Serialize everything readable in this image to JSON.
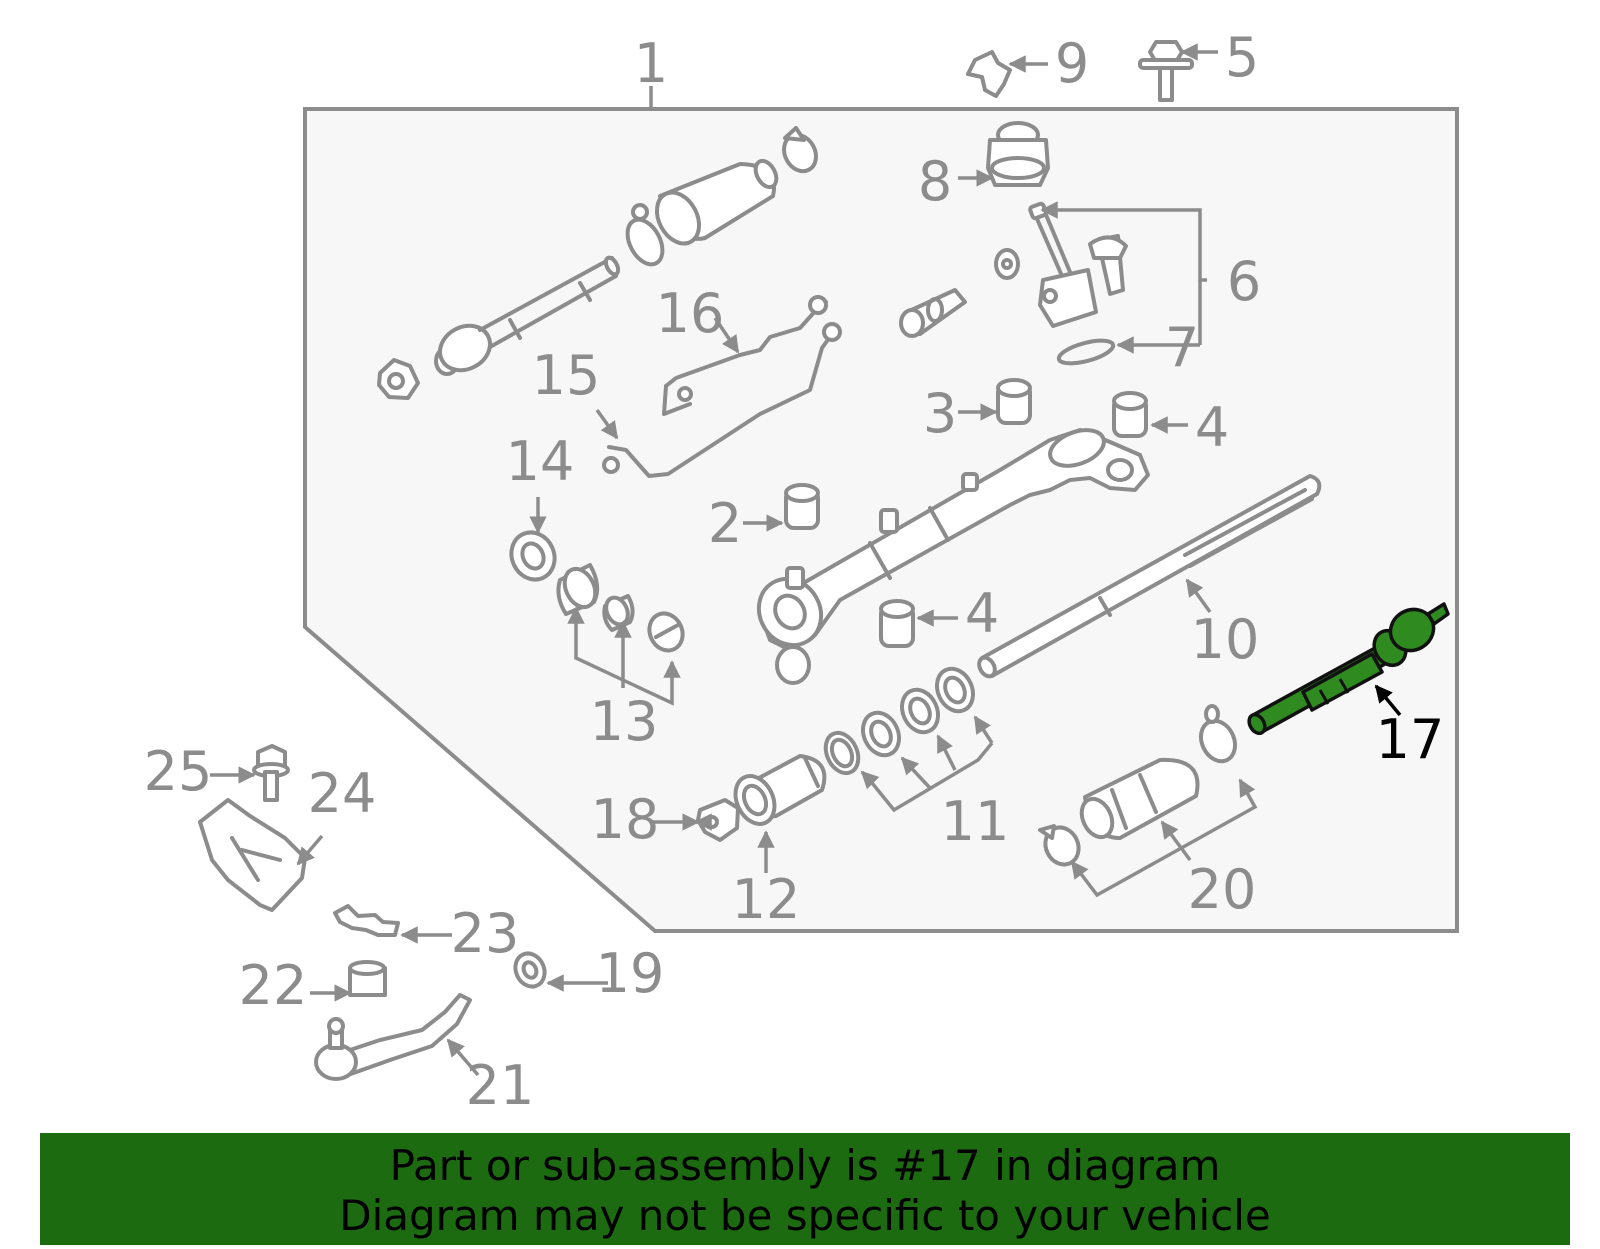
{
  "diagram": {
    "highlight_part": "17",
    "colors": {
      "outline": "#8c8c8c",
      "highlight": "#2f8a1f",
      "panel": "#f7f7f7",
      "banner": "#1c6b10"
    },
    "callouts": {
      "c1": "1",
      "c2": "2",
      "c3": "3",
      "c4a": "4",
      "c4b": "4",
      "c5": "5",
      "c6": "6",
      "c7": "7",
      "c8": "8",
      "c9": "9",
      "c10": "10",
      "c11": "11",
      "c12": "12",
      "c13": "13",
      "c14": "14",
      "c15": "15",
      "c16": "16",
      "c17": "17",
      "c18": "18",
      "c19": "19",
      "c20": "20",
      "c21": "21",
      "c22": "22",
      "c23": "23",
      "c24": "24",
      "c25": "25"
    }
  },
  "banner": {
    "line1": "Part or sub-assembly is #17 in diagram",
    "line2": "Diagram may not be specific to your vehicle"
  }
}
